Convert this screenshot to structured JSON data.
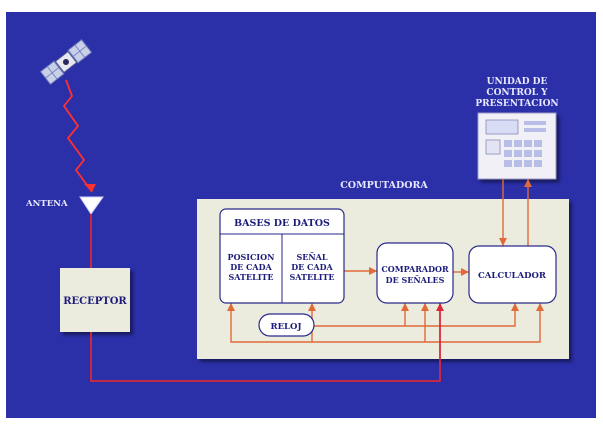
{
  "labels": {
    "antenna": "ANTENA",
    "receiver": "RECEPTOR",
    "computer": "COMPUTADORA",
    "control_unit": [
      "UNIDAD DE",
      "CONTROL Y",
      "PRESENTACION"
    ],
    "databases": "BASES DE DATOS",
    "position": [
      "POSICION",
      "DE CADA",
      "SATELITE"
    ],
    "signal": [
      "SEÑAL",
      "DE CADA",
      "SATELITE"
    ],
    "clock": "RELOJ",
    "comparator": [
      "COMPARADOR",
      "DE SEÑALES"
    ],
    "calculator": "CALCULADOR"
  },
  "colors": {
    "background": "#2b2fa8",
    "frame": "#ffffff",
    "computer_panel": "#ececde",
    "box_fill": "#ffffff",
    "box_stroke": "#2a2a8a",
    "text_on_panel": "#1c1c7a",
    "text_on_background": "#e8e8ff",
    "connector": "#e06a3a",
    "signal_zigzag": "#ff3030",
    "receiver_line": "#d8283a"
  },
  "icons": {
    "satellite": "satellite-icon",
    "antenna": "antenna-icon",
    "keypad": "keypad-icon"
  }
}
